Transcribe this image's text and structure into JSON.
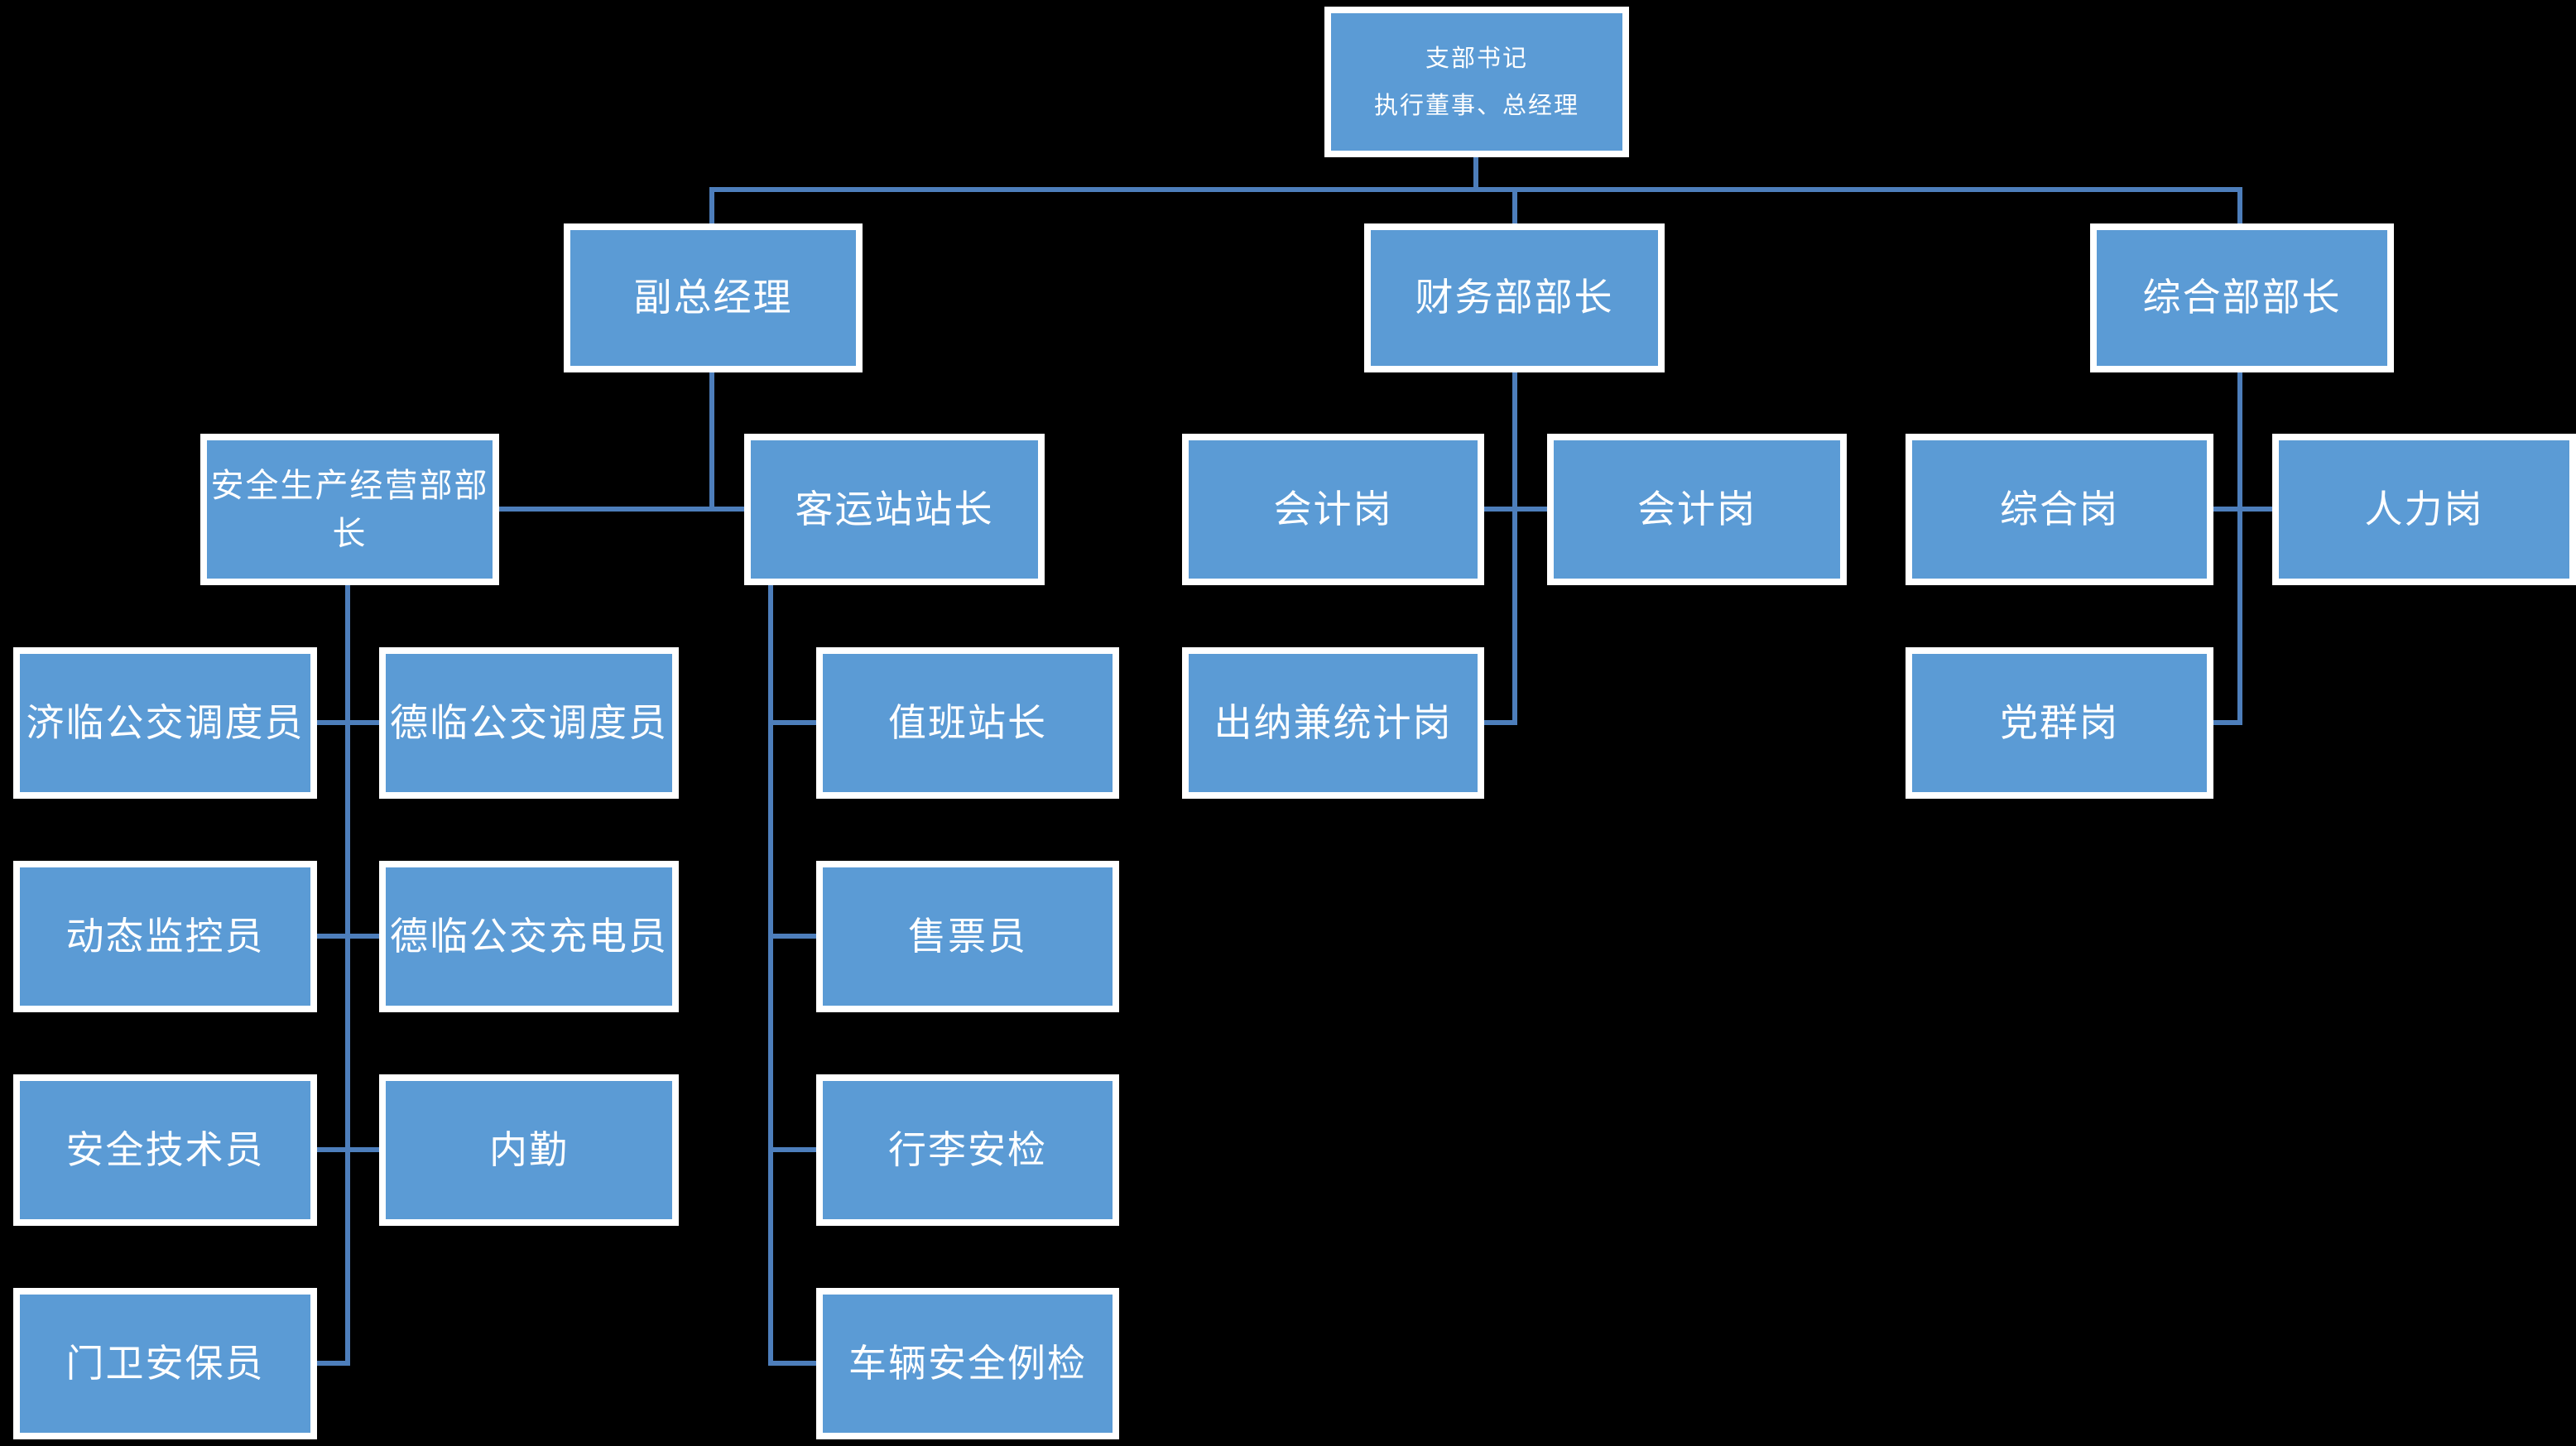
{
  "diagram": {
    "type": "org-chart",
    "background_color": "#000000",
    "node_fill_color": "#5B9BD5",
    "node_border_color": "#FFFFFF",
    "node_text_color": "#FFFFFF",
    "connector_color": "#4D7EBB",
    "nodes": {
      "root": {
        "line1": "支部书记",
        "line2": "执行董事、总经理"
      },
      "deputy_gm": {
        "label": "副总经理"
      },
      "finance_head": {
        "label": "财务部部长"
      },
      "general_head": {
        "label": "综合部部长"
      },
      "safety_ops_head": {
        "label": "安全生产经营部部长"
      },
      "station_master": {
        "label": "客运站站长"
      },
      "accountant_1": {
        "label": "会计岗"
      },
      "accountant_2": {
        "label": "会计岗"
      },
      "general_post": {
        "label": "综合岗"
      },
      "hr_post": {
        "label": "人力岗"
      },
      "jilin_dispatcher": {
        "label": "济临公交调度员"
      },
      "delin_dispatcher": {
        "label": "德临公交调度员"
      },
      "duty_station_master": {
        "label": "值班站长"
      },
      "cashier_statistics": {
        "label": "出纳兼统计岗"
      },
      "party_mass_post": {
        "label": "党群岗"
      },
      "dynamic_monitor": {
        "label": "动态监控员"
      },
      "delin_charger": {
        "label": "德临公交充电员"
      },
      "ticket_seller": {
        "label": "售票员"
      },
      "safety_technician": {
        "label": "安全技术员"
      },
      "office_clerk": {
        "label": "内勤"
      },
      "luggage_security": {
        "label": "行李安检"
      },
      "vehicle_inspection": {
        "label": "车辆安全例检"
      },
      "gate_guard": {
        "label": "门卫安保员"
      }
    },
    "edges": [
      {
        "from": "root",
        "to": "deputy_gm"
      },
      {
        "from": "root",
        "to": "finance_head"
      },
      {
        "from": "root",
        "to": "general_head"
      },
      {
        "from": "deputy_gm",
        "to": "safety_ops_head"
      },
      {
        "from": "deputy_gm",
        "to": "station_master"
      },
      {
        "from": "safety_ops_head",
        "to": "jilin_dispatcher"
      },
      {
        "from": "safety_ops_head",
        "to": "delin_dispatcher"
      },
      {
        "from": "safety_ops_head",
        "to": "dynamic_monitor"
      },
      {
        "from": "safety_ops_head",
        "to": "delin_charger"
      },
      {
        "from": "safety_ops_head",
        "to": "safety_technician"
      },
      {
        "from": "safety_ops_head",
        "to": "office_clerk"
      },
      {
        "from": "safety_ops_head",
        "to": "gate_guard"
      },
      {
        "from": "station_master",
        "to": "duty_station_master"
      },
      {
        "from": "station_master",
        "to": "ticket_seller"
      },
      {
        "from": "station_master",
        "to": "luggage_security"
      },
      {
        "from": "station_master",
        "to": "vehicle_inspection"
      },
      {
        "from": "finance_head",
        "to": "accountant_1"
      },
      {
        "from": "finance_head",
        "to": "accountant_2"
      },
      {
        "from": "finance_head",
        "to": "cashier_statistics"
      },
      {
        "from": "general_head",
        "to": "general_post"
      },
      {
        "from": "general_head",
        "to": "hr_post"
      },
      {
        "from": "general_head",
        "to": "party_mass_post"
      }
    ]
  }
}
